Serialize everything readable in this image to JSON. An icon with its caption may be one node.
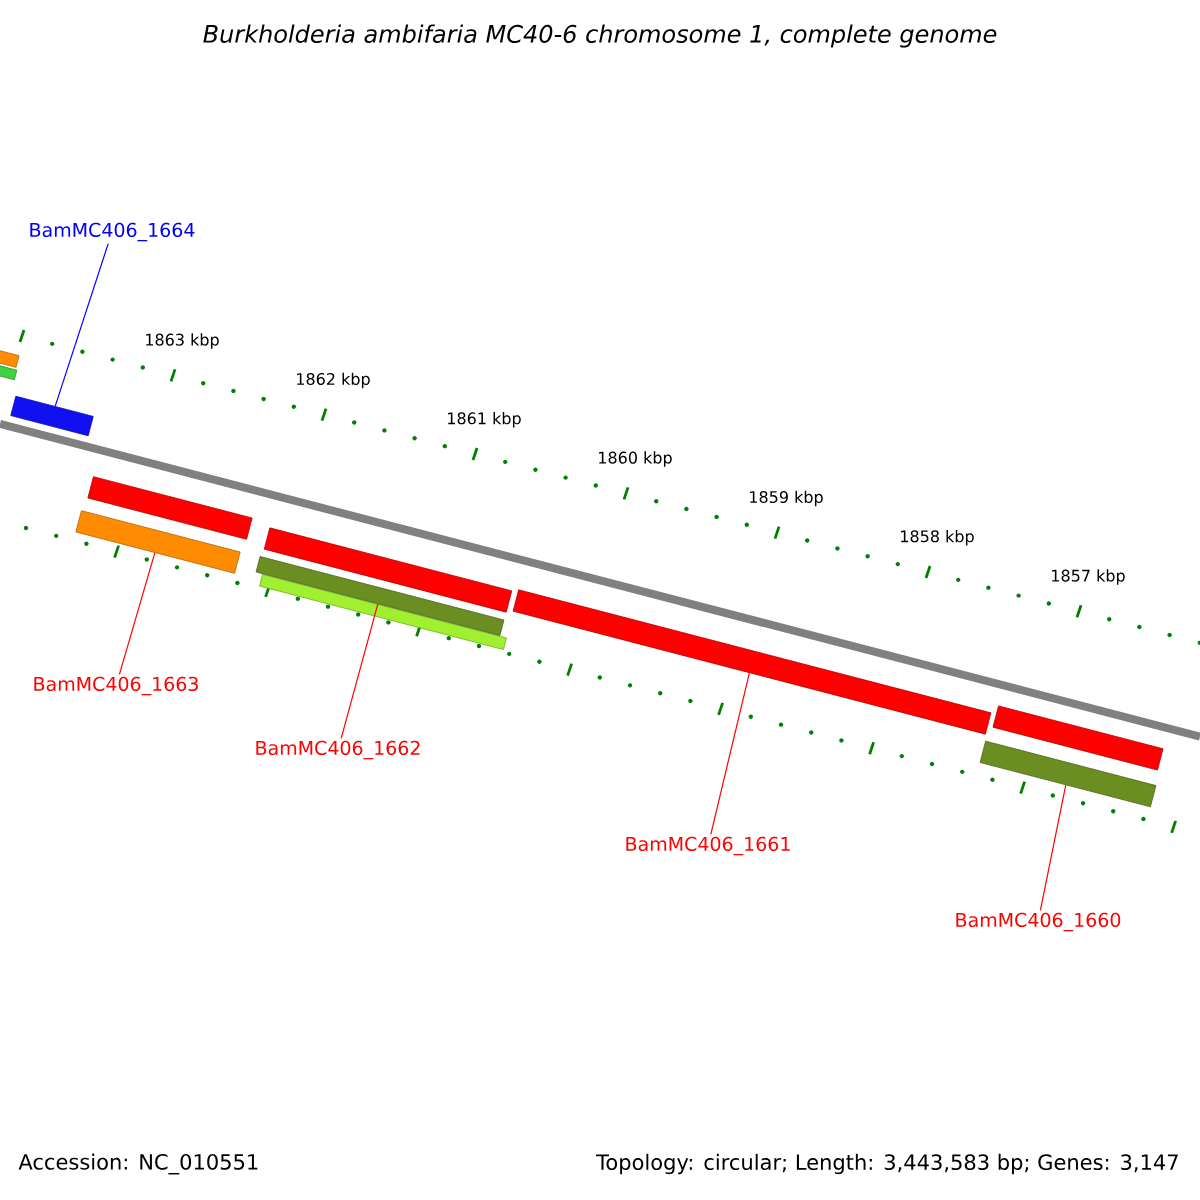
{
  "diagram": {
    "title": "Burkholderia ambifaria MC40-6 chromosome 1, complete genome",
    "nodes": [
      {
        "text": [
          "BamMC406_1664"
        ]
      },
      {
        "text": [
          "BamMC406_1663"
        ]
      },
      {
        "text": [
          "BamMC406_1662"
        ]
      },
      {
        "text": [
          "BamMC406_1661"
        ]
      },
      {
        "text": [
          "BamMC406_1660"
        ]
      },
      {
        "text": [],
        "shape": "bar"
      },
      {
        "text": [],
        "shape": "bar"
      },
      {
        "text": [],
        "shape": "bar"
      },
      {
        "text": [],
        "shape": "bar"
      },
      {
        "text": [],
        "shape": "bar"
      },
      {
        "text": [],
        "shape": "bar"
      },
      {
        "text": [],
        "shape": "bar"
      },
      {
        "text": [],
        "shape": "bar"
      },
      {
        "text": [],
        "shape": "bar"
      },
      {
        "text": [],
        "shape": "bar"
      }
    ],
    "edges": [
      {
        "from": 0,
        "to": 7,
        "arrow": "none",
        "color": "#0000ff"
      },
      {
        "from": 1,
        "to": 9,
        "arrow": "none"
      },
      {
        "from": 2,
        "to": 11,
        "arrow": "none"
      },
      {
        "from": 3,
        "to": 12,
        "arrow": "none"
      },
      {
        "from": 4,
        "to": 14,
        "arrow": "none"
      }
    ],
    "labels": [
      "1863 kbp",
      "1862 kbp",
      "1861 kbp",
      "1860 kbp",
      "1859 kbp",
      "1858 kbp",
      "1857 kbp",
      "Accession: NC_010551",
      "Topology: circular; Length: 3,443,583 bp; Genes: 3,147"
    ]
  }
}
